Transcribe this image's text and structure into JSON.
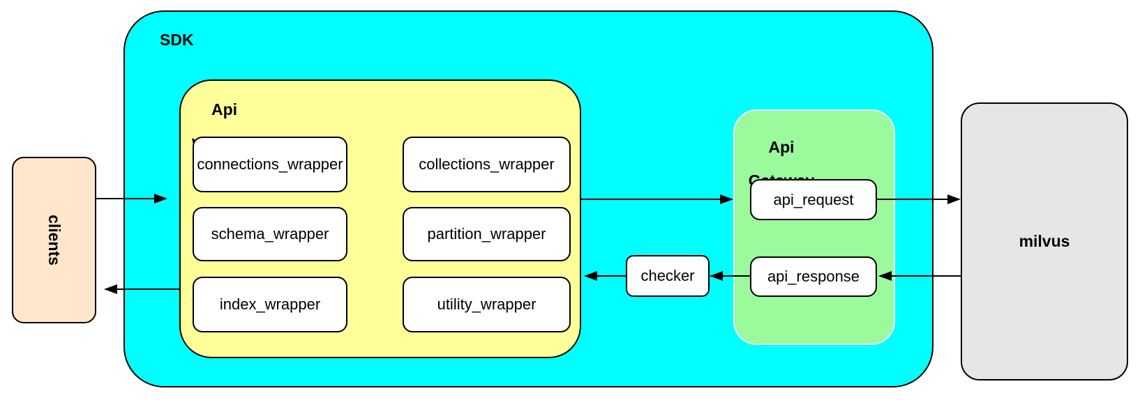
{
  "diagram": {
    "background": "#FFFFFF",
    "stroke_color": "#000000",
    "clients": {
      "label": "clients",
      "fill": "#FFE6CC"
    },
    "sdk": {
      "label": "SDK",
      "fill": "#00FFFF"
    },
    "api_wrapper": {
      "label_line1": "Api",
      "label_line2": "Wrapper",
      "fill": "#FFFF99",
      "nodes": [
        {
          "label": "connections_wrapper"
        },
        {
          "label": "collections_wrapper"
        },
        {
          "label": "schema_wrapper"
        },
        {
          "label": "partition_wrapper"
        },
        {
          "label": "index_wrapper"
        },
        {
          "label": "utility_wrapper"
        }
      ]
    },
    "checker": {
      "label": "checker",
      "fill": "#FFFFFF"
    },
    "api_gateway": {
      "label_line1": "Api",
      "label_line2": "Gateway",
      "fill": "#9BFA9B",
      "nodes": [
        {
          "label": "api_request"
        },
        {
          "label": "api_response"
        }
      ]
    },
    "milvus": {
      "label": "milvus",
      "fill": "#E6E6E6"
    },
    "connections": [
      {
        "from": "clients",
        "to": "api_wrapper",
        "direction": "right"
      },
      {
        "from": "api_wrapper",
        "to": "clients",
        "direction": "left"
      },
      {
        "from": "api_wrapper",
        "to": "api_gateway",
        "direction": "right"
      },
      {
        "from": "api_request",
        "to": "milvus",
        "direction": "right"
      },
      {
        "from": "milvus",
        "to": "api_response",
        "direction": "left"
      },
      {
        "from": "api_response",
        "to": "checker",
        "direction": "left"
      },
      {
        "from": "checker",
        "to": "api_wrapper",
        "direction": "left"
      }
    ]
  }
}
